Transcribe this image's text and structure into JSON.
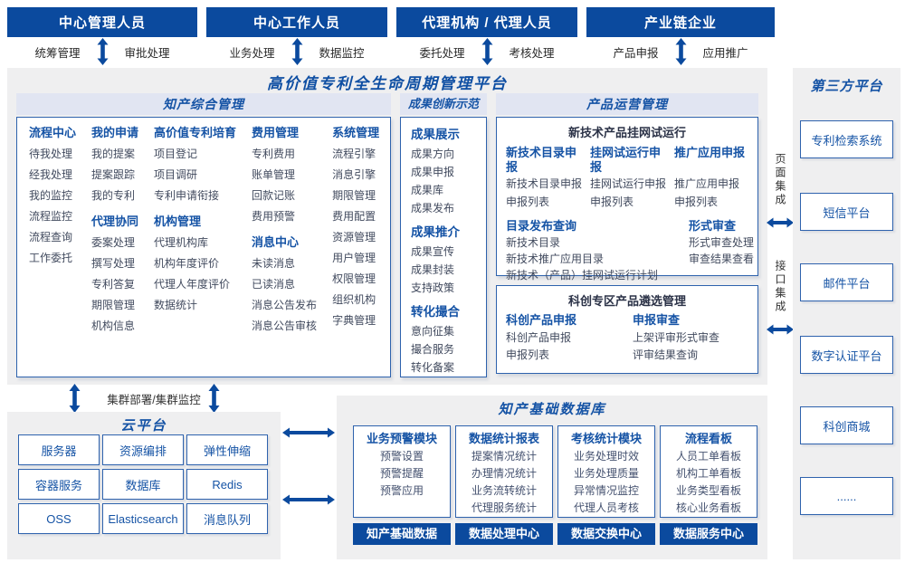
{
  "colors": {
    "header_bg": "#0b4a9e",
    "accent_blue": "#1553a5",
    "panel_bg": "#efeff0",
    "section_header_bg": "#e1e5f2",
    "box_border": "#2e62ad",
    "item_text": "#414a5e",
    "badge_bg": "#0b4a9e"
  },
  "top_roles": [
    {
      "title": "中心管理人员",
      "left": "统筹管理",
      "right": "审批处理"
    },
    {
      "title": "中心工作人员",
      "left": "业务处理",
      "right": "数据监控"
    },
    {
      "title": "代理机构 / 代理人员",
      "left": "委托处理",
      "right": "考核处理"
    },
    {
      "title": "产业链企业",
      "left": "产品申报",
      "right": "应用推广"
    }
  ],
  "platform": {
    "title": "高价值专利全生命周期管理平台",
    "ip_management": {
      "title": "知产综合管理",
      "columns": [
        {
          "groups": [
            {
              "heading": "流程中心",
              "items": [
                "待我处理",
                "经我处理",
                "我的监控",
                "流程监控",
                "流程查询",
                "工作委托"
              ]
            }
          ]
        },
        {
          "groups": [
            {
              "heading": "我的申请",
              "items": [
                "我的提案",
                "提案跟踪",
                "我的专利"
              ]
            },
            {
              "heading": "代理协同",
              "items": [
                "委案处理",
                "撰写处理",
                "专利答复",
                "期限管理",
                "机构信息"
              ]
            }
          ]
        },
        {
          "groups": [
            {
              "heading": "高价值专利培育",
              "items": [
                "项目登记",
                "项目调研",
                "专利申请衔接"
              ]
            },
            {
              "heading": "机构管理",
              "items": [
                "代理机构库",
                "机构年度评价",
                "代理人年度评价",
                "数据统计"
              ]
            }
          ]
        },
        {
          "groups": [
            {
              "heading": "费用管理",
              "items": [
                "专利费用",
                "账单管理",
                "回款记账",
                "费用预警"
              ]
            },
            {
              "heading": "消息中心",
              "items": [
                "未读消息",
                "已读消息",
                "消息公告发布",
                "消息公告审核"
              ]
            }
          ]
        },
        {
          "groups": [
            {
              "heading": "系统管理",
              "items": [
                "流程引擎",
                "消息引擎",
                "期限管理",
                "费用配置",
                "资源管理",
                "用户管理",
                "权限管理",
                "组织机构",
                "字典管理"
              ]
            }
          ]
        }
      ]
    },
    "innovation": {
      "title": "成果创新示范",
      "groups": [
        {
          "heading": "成果展示",
          "items": [
            "成果方向",
            "成果申报",
            "成果库",
            "成果发布"
          ]
        },
        {
          "heading": "成果推介",
          "items": [
            "成果宣传",
            "成果封装",
            "支持政策"
          ]
        },
        {
          "heading": "转化撮合",
          "items": [
            "意向征集",
            "撮合服务",
            "转化备案"
          ]
        }
      ]
    },
    "product_ops": {
      "title": "产品运营管理",
      "trial_box": {
        "title": "新技术产品挂网试运行",
        "columns": [
          {
            "heading": "新技术目录申报",
            "items": [
              "新技术目录申报",
              "申报列表"
            ]
          },
          {
            "heading": "挂网试运行申报",
            "items": [
              "挂网试运行申报",
              "申报列表"
            ]
          },
          {
            "heading": "推广应用申报",
            "items": [
              "推广应用申报",
              "申报列表"
            ]
          }
        ],
        "bottom_groups": [
          {
            "heading": "目录发布查询",
            "items": [
              "新技术目录",
              "新技术推广应用目录",
              "新技术（产品）挂网试运行计划"
            ]
          },
          {
            "heading": "形式审查",
            "items": [
              "形式审查处理",
              "审查结果查看"
            ]
          }
        ]
      },
      "selection_box": {
        "title": "科创专区产品遴选管理",
        "columns": [
          {
            "heading": "科创产品申报",
            "items": [
              "科创产品申报",
              "申报列表"
            ]
          },
          {
            "heading": "申报审查",
            "items": [
              "上架评审形式审查",
              "评审结果查询"
            ]
          }
        ]
      }
    }
  },
  "integration": {
    "page": "页面集成",
    "interface": "接口集成"
  },
  "third_party": {
    "title": "第三方平台",
    "items": [
      "专利检索系统",
      "短信平台",
      "邮件平台",
      "数字认证平台",
      "科创商城",
      "......"
    ]
  },
  "cluster_label": "集群部署/集群监控",
  "cloud": {
    "title": "云平台",
    "items": [
      "服务器",
      "资源编排",
      "弹性伸缩",
      "容器服务",
      "数据库",
      "Redis",
      "OSS",
      "Elasticsearch",
      "消息队列"
    ]
  },
  "database": {
    "title": "知产基础数据库",
    "modules": [
      {
        "heading": "业务预警模块",
        "items": [
          "预警设置",
          "预警提醒",
          "预警应用"
        ]
      },
      {
        "heading": "数据统计报表",
        "items": [
          "提案情况统计",
          "办理情况统计",
          "业务流转统计",
          "代理服务统计"
        ]
      },
      {
        "heading": "考核统计模块",
        "items": [
          "业务处理时效",
          "业务处理质量",
          "异常情况监控",
          "代理人员考核"
        ]
      },
      {
        "heading": "流程看板",
        "items": [
          "人员工单看板",
          "机构工单看板",
          "业务类型看板",
          "核心业务看板"
        ]
      }
    ],
    "badges": [
      "知产基础数据",
      "数据处理中心",
      "数据交换中心",
      "数据服务中心"
    ]
  }
}
